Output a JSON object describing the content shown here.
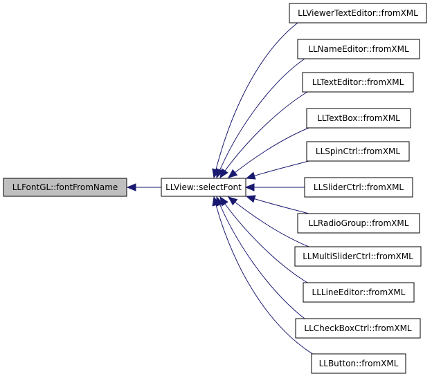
{
  "graph": {
    "edge_color": "#191970",
    "root_fill": "#bfbfbf",
    "root": {
      "id": "fontFromName",
      "label": "LLFontGL::fontFromName"
    },
    "hub": {
      "id": "selectFont",
      "label": "LLView::selectFont"
    },
    "callers": [
      {
        "id": "viewerTextEditor",
        "label": "LLViewerTextEditor::fromXML"
      },
      {
        "id": "nameEditor",
        "label": "LLNameEditor::fromXML"
      },
      {
        "id": "textEditor",
        "label": "LLTextEditor::fromXML"
      },
      {
        "id": "textBox",
        "label": "LLTextBox::fromXML"
      },
      {
        "id": "spinCtrl",
        "label": "LLSpinCtrl::fromXML"
      },
      {
        "id": "sliderCtrl",
        "label": "LLSliderCtrl::fromXML"
      },
      {
        "id": "radioGroup",
        "label": "LLRadioGroup::fromXML"
      },
      {
        "id": "multiSliderCtrl",
        "label": "LLMultiSliderCtrl::fromXML"
      },
      {
        "id": "lineEditor",
        "label": "LLLineEditor::fromXML"
      },
      {
        "id": "checkBoxCtrl",
        "label": "LLCheckBoxCtrl::fromXML"
      },
      {
        "id": "button",
        "label": "LLButton::fromXML"
      }
    ]
  }
}
